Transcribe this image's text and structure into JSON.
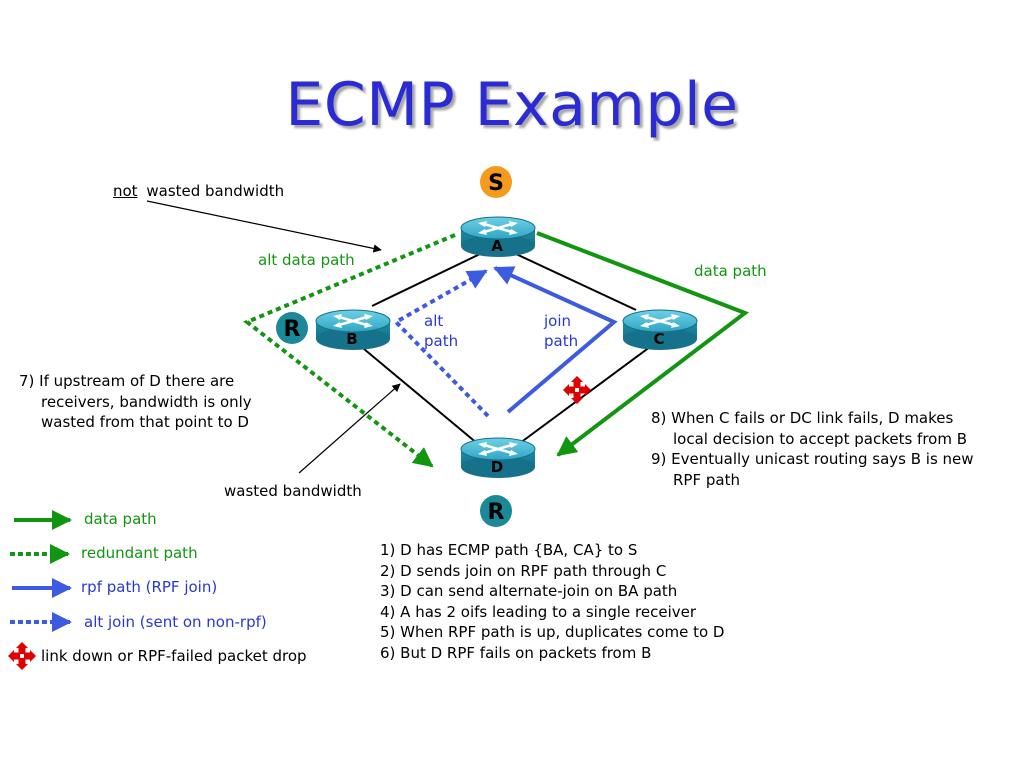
{
  "title": "ECMP Example",
  "colors": {
    "title": "#2b2bd6",
    "data_path": "#129612",
    "rpf_path": "#3d5be0",
    "source_badge": "#f59a1c",
    "receiver_badge": "#1a8a98",
    "router_body": "#1f8fa8",
    "drop_icon": "#e00000"
  },
  "nodes": {
    "source_badge": "S",
    "router_a": "A",
    "router_b": "B",
    "router_c": "C",
    "router_d": "D",
    "receiver_b_badge": "R",
    "receiver_d_badge": "R"
  },
  "labels": {
    "not_word": "not",
    "not_rest": "wasted bandwidth",
    "alt_data_path": "alt data path",
    "data_path": "data path",
    "alt_path_line1": "alt",
    "alt_path_line2": "path",
    "join_path_line1": "join",
    "join_path_line2": "path",
    "wasted_bandwidth": "wasted bandwidth"
  },
  "note_left": {
    "line1": "7) If upstream of D there are",
    "line2": "receivers, bandwidth is only",
    "line3": "wasted from that point to D"
  },
  "note_right": {
    "line1": "8) When C fails or DC link fails, D makes",
    "line2": "local decision to accept packets from B",
    "line3": "9) Eventually unicast routing says B is new",
    "line4": "RPF path"
  },
  "steps": [
    "1) D has ECMP path {BA, CA} to S",
    "2) D sends join on RPF path through C",
    "3) D can send alternate-join on BA path",
    "4) A has 2 oifs leading to a single receiver",
    "5) When RPF path is up, duplicates come to D",
    "6) But D RPF fails on packets from B"
  ],
  "legend": [
    {
      "label": "data path",
      "icon": "solid-green-arrow"
    },
    {
      "label": "redundant path",
      "icon": "dotted-green-arrow"
    },
    {
      "label": "rpf path (RPF join)",
      "icon": "solid-blue-arrow"
    },
    {
      "label": "alt join (sent on non-rpf)",
      "icon": "dotted-blue-arrow"
    },
    {
      "label": "link down or RPF-failed packet drop",
      "icon": "red-cross-drop-icon"
    }
  ]
}
